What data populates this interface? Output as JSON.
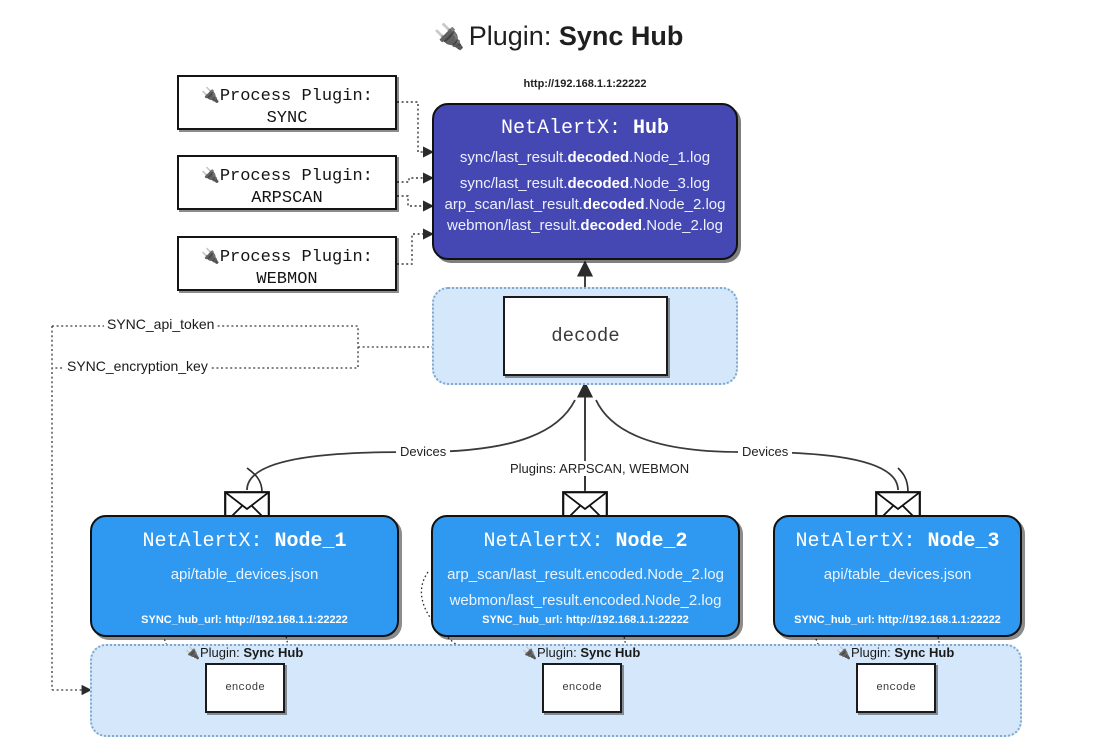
{
  "title": {
    "icon": "plug-icon",
    "prefix": "Plugin:",
    "name": "Sync Hub"
  },
  "process_plugins": [
    {
      "icon": "plug-icon",
      "line1": "Process Plugin:",
      "line2": "SYNC"
    },
    {
      "icon": "plug-icon",
      "line1": "Process Plugin:",
      "line2": "ARPSCAN"
    },
    {
      "icon": "plug-icon",
      "line1": "Process Plugin:",
      "line2": "WEBMON"
    }
  ],
  "hub": {
    "url": "http://192.168.1.1:22222",
    "app": "NetAlertX:",
    "name": "Hub",
    "logs": [
      {
        "pre": "sync/last_result.",
        "em": "decoded",
        "post": ".Node_1.log"
      },
      {
        "pre": "sync/last_result.",
        "em": "decoded",
        "post": ".Node_3.log"
      },
      {
        "pre": "arp_scan/last_result.",
        "em": "decoded",
        "post": ".Node_2.log"
      },
      {
        "pre": "webmon/last_result.",
        "em": "decoded",
        "post": ".Node_2.log"
      }
    ]
  },
  "decode": {
    "label": "decode"
  },
  "settings": {
    "api_token": "SYNC_api_token",
    "encryption_key": "SYNC_encryption_key"
  },
  "edges": {
    "devices_left": "Devices",
    "devices_right": "Devices",
    "plugins_center": "Plugins: ARPSCAN, WEBMON"
  },
  "nodes": [
    {
      "app": "NetAlertX:",
      "name": "Node_1",
      "paths": [
        "api/table_devices.json"
      ],
      "hub_url": "SYNC_hub_url: http://192.168.1.1:22222",
      "envelope_icon": "envelope-icon"
    },
    {
      "app": "NetAlertX:",
      "name": "Node_2",
      "paths": [
        "arp_scan/last_result.encoded.Node_2.log",
        "webmon/last_result.encoded.Node_2.log"
      ],
      "hub_url": "SYNC_hub_url: http://192.168.1.1:22222",
      "envelope_icon": "envelope-icon"
    },
    {
      "app": "NetAlertX:",
      "name": "Node_3",
      "paths": [
        "api/table_devices.json"
      ],
      "hub_url": "SYNC_hub_url: http://192.168.1.1:22222",
      "envelope_icon": "envelope-icon"
    }
  ],
  "encoders": [
    {
      "icon": "plug-icon",
      "prefix": "Plugin:",
      "name": "Sync Hub",
      "label": "encode"
    },
    {
      "icon": "plug-icon",
      "prefix": "Plugin:",
      "name": "Sync Hub",
      "label": "encode"
    },
    {
      "icon": "plug-icon",
      "prefix": "Plugin:",
      "name": "Sync Hub",
      "label": "encode"
    }
  ],
  "colors": {
    "hub_fill": "#4548b3",
    "node_fill": "#2f98f0",
    "panel_fill": "#d5e8fb",
    "panel_stroke": "#7fa8cc",
    "stroke": "#111111"
  }
}
